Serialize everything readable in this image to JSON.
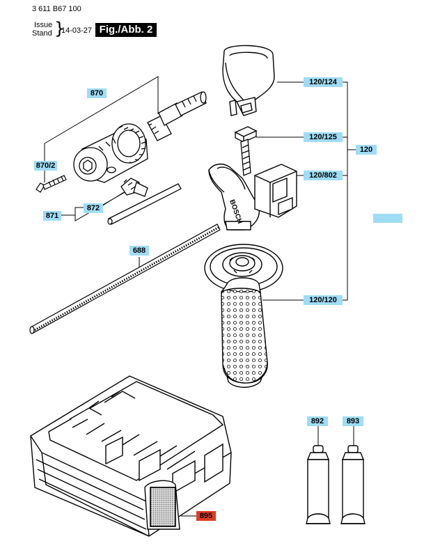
{
  "header": {
    "doc_number": "3 611 B67 100",
    "issue_label": "Issue",
    "stand_label": "Stand",
    "date": "14-03-27",
    "figure": "Fig./Abb. 2"
  },
  "callouts": {
    "c870": "870",
    "c870_2": "870/2",
    "c871": "871",
    "c872": "872",
    "c688": "688",
    "c120_124": "120/124",
    "c120_125": "120/125",
    "c120_802": "120/802",
    "c120_120": "120/120",
    "c120": "120",
    "c892": "892",
    "c893": "893",
    "c895": "895"
  },
  "handle_logo": "BOSCH",
  "colors": {
    "label_blue": "#9fdcf5",
    "label_red": "#e03a22"
  }
}
